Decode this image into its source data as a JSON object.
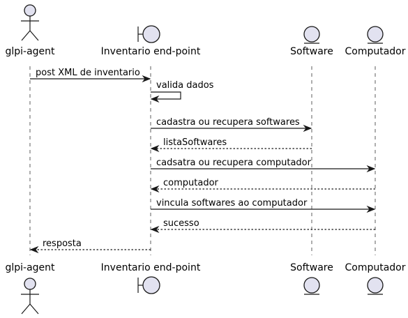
{
  "participants": [
    {
      "id": "agent",
      "name": "glpi-agent",
      "kind": "actor"
    },
    {
      "id": "endpoint",
      "name": "Inventario end-point",
      "kind": "boundary"
    },
    {
      "id": "software",
      "name": "Software",
      "kind": "entity"
    },
    {
      "id": "computador",
      "name": "Computador",
      "kind": "entity"
    }
  ],
  "messages": [
    {
      "from": "agent",
      "to": "endpoint",
      "label": "post XML de inventario",
      "style": "solid"
    },
    {
      "from": "endpoint",
      "to": "endpoint",
      "label": "valida dados",
      "style": "solid"
    },
    {
      "from": "endpoint",
      "to": "software",
      "label": "cadastra ou recupera softwares",
      "style": "solid"
    },
    {
      "from": "software",
      "to": "endpoint",
      "label": "listaSoftwares",
      "style": "dashed"
    },
    {
      "from": "endpoint",
      "to": "computador",
      "label": "cadsatra ou recupera computador",
      "style": "solid"
    },
    {
      "from": "computador",
      "to": "endpoint",
      "label": "computador",
      "style": "dashed"
    },
    {
      "from": "endpoint",
      "to": "computador",
      "label": "vincula softwares ao computador",
      "style": "solid"
    },
    {
      "from": "computador",
      "to": "endpoint",
      "label": "sucesso",
      "style": "dashed"
    },
    {
      "from": "endpoint",
      "to": "agent",
      "label": "resposta",
      "style": "dashed"
    }
  ]
}
